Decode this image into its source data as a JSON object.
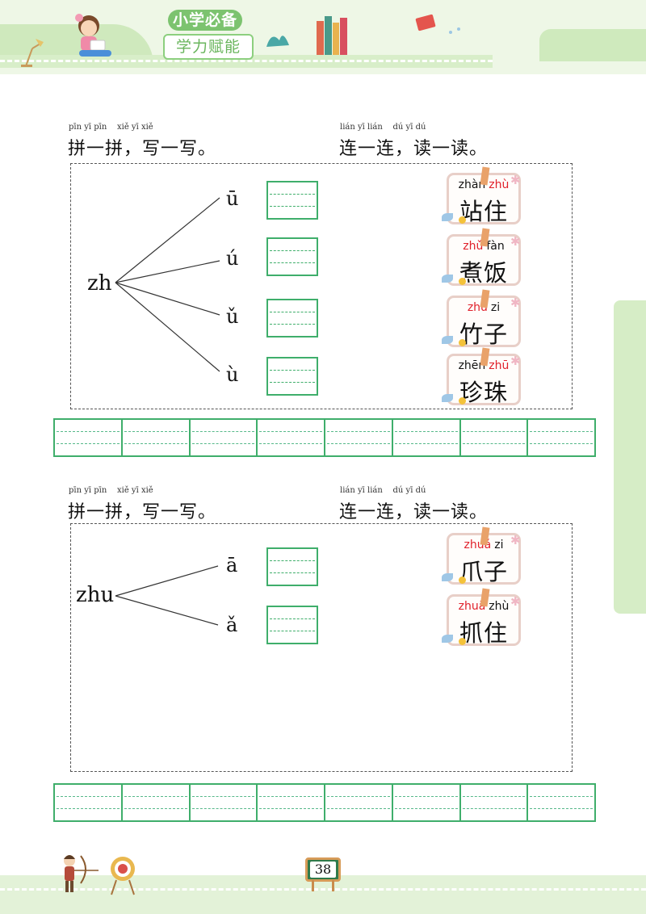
{
  "header": {
    "brand_line1": "小学必备",
    "brand_line2": "学力赋能"
  },
  "sections": [
    {
      "left_heading": {
        "pinyin": "pīn yī pīn    xiě yī xiě",
        "text": "拼一拼，写一写。"
      },
      "right_heading": {
        "pinyin": "lián yī lián    dú yī dú",
        "text": "连一连，读一读。"
      },
      "initial": "zh",
      "finals": [
        "ū",
        "ú",
        "ǔ",
        "ù"
      ],
      "cards": [
        {
          "py1": "zhàn",
          "py2": "zhù",
          "red": [
            false,
            true
          ],
          "hanzi": "站住"
        },
        {
          "py1": "zhǔ",
          "py2": "fàn",
          "red": [
            true,
            false
          ],
          "hanzi": "煮饭"
        },
        {
          "py1": "zhú",
          "py2": "zi",
          "red": [
            true,
            false
          ],
          "hanzi": "竹子"
        },
        {
          "py1": "zhēn",
          "py2": "zhū",
          "red": [
            false,
            true
          ],
          "hanzi": "珍珠"
        }
      ]
    },
    {
      "left_heading": {
        "pinyin": "pīn yī pīn    xiě yī xiě",
        "text": "拼一拼，写一写。"
      },
      "right_heading": {
        "pinyin": "lián yī lián    dú yī dú",
        "text": "连一连，读一读。"
      },
      "initial": "zhu",
      "finals": [
        "ā",
        "ǎ"
      ],
      "cards": [
        {
          "py1": "zhuǎ",
          "py2": "zi",
          "red": [
            true,
            false
          ],
          "hanzi": "爪子"
        },
        {
          "py1": "zhuā",
          "py2": "zhù",
          "red": [
            true,
            false
          ],
          "hanzi": "抓住"
        }
      ]
    }
  ],
  "footer": {
    "page_number": "38"
  }
}
